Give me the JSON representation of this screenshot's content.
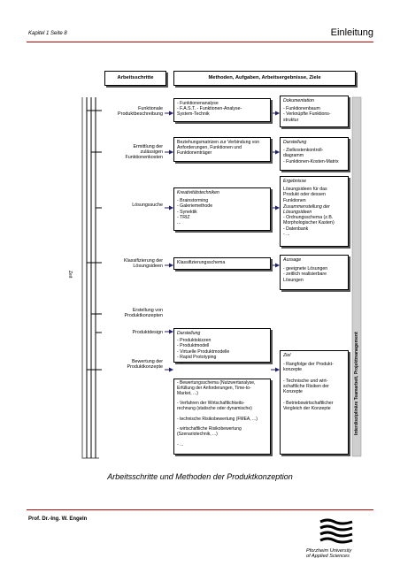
{
  "header": {
    "left": "Kapitel 1 Seite 8",
    "right": "Einleitung"
  },
  "columns": {
    "steps": "Arbeitsschritte",
    "methods": "Methoden, Aufgaben, Arbeitsergebnisse, Ziele"
  },
  "axis_label": "Zeit",
  "side_label": "Interdisziplinäre Teamarbeit, Projektmanagement",
  "steps": [
    {
      "label": "Funktionale\nProduktbeschreibung"
    },
    {
      "label": "Ermittlung der\nzulässigen\nFunktionenkosten"
    },
    {
      "label": "Lösungssuche"
    },
    {
      "label": "Klassifizierung der\nLösungsideen"
    },
    {
      "label": "Erstellung von\nProduktkonzepten"
    },
    {
      "label": "Produktdesign"
    },
    {
      "label": "Bewertung der\nProduktkonzepte"
    }
  ],
  "methods": [
    {
      "text": "- Funktionenanalyse\n- F.A.S.T. - Funktionen-Analyse-\n  System-Technik"
    },
    {
      "text": "Beziehungsmatrizen zur Verbindung von\nAnforderungen, Funktionen und\nFunktionenträger"
    },
    {
      "title": "Kreativitätstechniken",
      "text": "- Brainstorming\n- Galeriemethode\n- Synektik\n- TRIZ\n..."
    },
    {
      "text": "Klassifizierungsschema"
    },
    {
      "title": "Darstellung",
      "text": "- Produktskizzen\n- Produktmodell\n- Virtuelle Produktmodelle\n- Rapid Prototyping\n- ..."
    },
    {
      "text": "- Bewertungsschema (Nutzwertanalyse,\n  Erfüllung der Anforderungen, Time-to-\n  Market, ...)\n\n- Verfahren der Wirtschaftlichkeits-\n  rechnung (statische oder dynamische)\n\n- technische Risikobewertung (FMEA, ...)\n\n- wirtschaftliche Risikobewertung\n  (Szenariotechnik, ...)\n\n- ..."
    }
  ],
  "results": [
    {
      "title": "Dokumentation",
      "text": "- Funktionenbaum\n- Verknüpfte Funktions-\n  struktur"
    },
    {
      "title": "Darstellung",
      "text": "- Zielkostenkontroll-\n  diagramm\n- Funktionen-Kosten-Matrix"
    },
    {
      "title": "Ergebnisse",
      "text": "Lösungsideen für das\nProdukt oder dessen\nFunktionen",
      "title2": "Zusammenstellung der\nLösungsideen",
      "text2": "- Ordnungsschema (z.B.\n  Morphologischer Kasten)\n- Datenbank\n- ..."
    },
    {
      "title": "Aussage",
      "text": "- geeignete Lösungen\n- zeitlich realisierbare\n  Lösungen"
    },
    {
      "title": "Ziel",
      "text": "- Rangfolge der Produkt-\n  konzepte\n\n- Technische und wirt-\n  schaftliche Risiken der\n  Konzepte\n\n- Betriebswirtschaftlicher\n  Vergleich der Konzepte"
    }
  ],
  "caption": "Arbeitsschritte und Methoden der Produktkonzeption",
  "footer": {
    "author": "Prof. Dr.-Ing. W. Engeln",
    "institution": "Pforzheim University\nof Applied Sciences"
  },
  "colors": {
    "rule": "#c00000",
    "arrow": "#1f1f6f",
    "frame": "#555555"
  }
}
